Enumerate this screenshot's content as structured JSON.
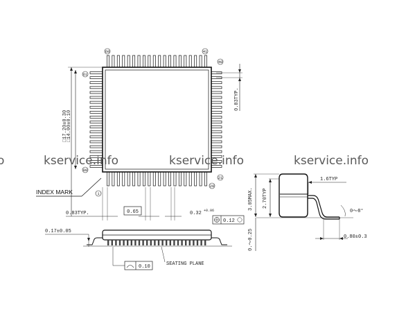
{
  "watermark": {
    "items": [
      "o",
      "kservice.info",
      "kservice.info",
      "kservice.info"
    ]
  },
  "pin_numbers": {
    "p60": "60",
    "p41": "41",
    "p40": "40",
    "p61": "61",
    "p80": "80",
    "p1": "1",
    "p21": "21",
    "p20": "20"
  },
  "labels": {
    "index_mark": "INDEX MARK",
    "seating_plane": "SEATING PLANE"
  },
  "dimensions": {
    "body_outer": "□17.20±0.30",
    "body_inner": "□14.00±0.10",
    "lead_pitch_side": "0.83TYP.",
    "lead_pitch_bottom": "0.83TYP.",
    "lead_pitch_box": "0.65",
    "lead_width": "0.32",
    "lead_width_tol": "+0.06",
    "position_tol": "0.12",
    "lead_thickness": "0.17±0.05",
    "flatness": "0.10",
    "height_max": "3.05MAX.",
    "height_typ": "2.70TYP",
    "standoff": "0.～0.25",
    "foot_length": "1.6TYP",
    "angle": "0～8°",
    "foot_len2": "0.80±0.3"
  }
}
